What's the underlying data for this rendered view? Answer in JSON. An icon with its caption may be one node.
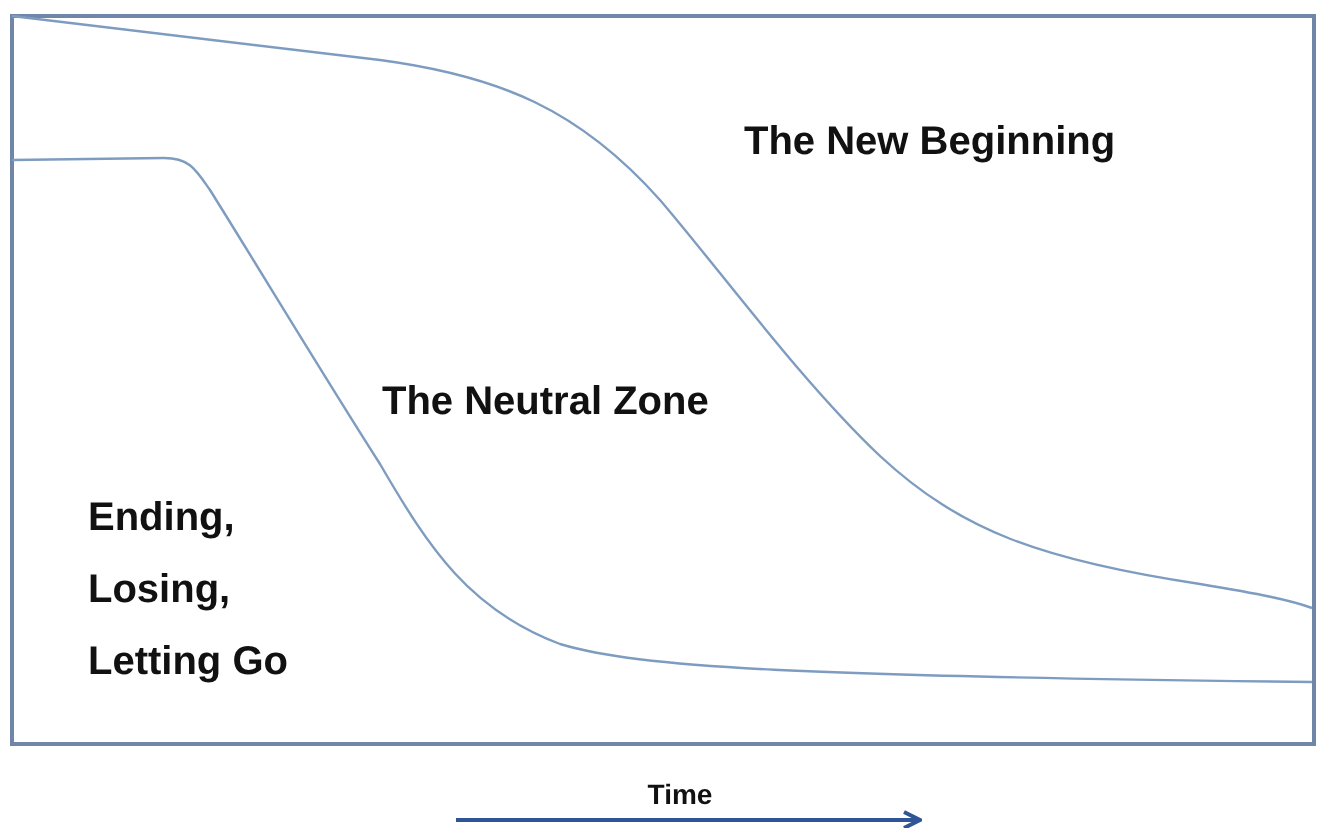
{
  "diagram": {
    "labels": [
      "The New Beginning",
      "The Neutral Zone",
      "Ending, Losing, Letting Go",
      "Time"
    ]
  }
}
